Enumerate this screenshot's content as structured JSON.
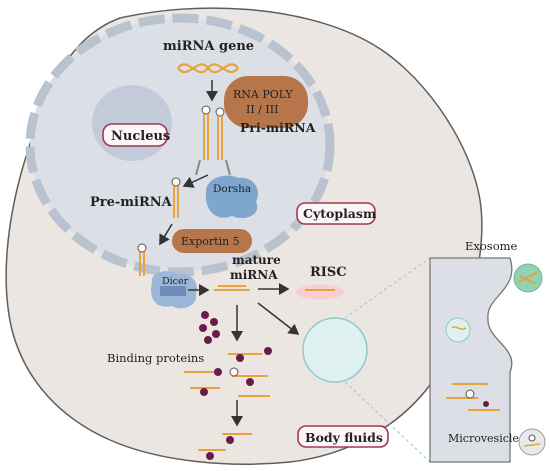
{
  "labels": {
    "mirna_gene": "miRNA gene",
    "rna_poly_line1": "RNA POLY",
    "rna_poly_line2": "II / III",
    "nucleus": "Nucleus",
    "pri_mirna": "Pri-miRNA",
    "dorsha": "Dorsha",
    "pre_mirna": "Pre-miRNA",
    "cytoplasm": "Cytoplasm",
    "exportin": "Exportin 5",
    "mature_line1": "mature",
    "mature_line2": "miRNA",
    "risc": "RISC",
    "dicer": "Dicer",
    "binding_proteins": "Binding proteins",
    "body_fluids": "Body fluids",
    "exosome": "Exosome",
    "microvesicle": "Microvesicle"
  },
  "colors": {
    "cell_fill": "#ece6e3",
    "cell_stroke": "#5e5e5e",
    "nucleus_fill": "#dcdfe6",
    "nuclear_envelope": "#b9c2cf",
    "nucleolus": "#c3cad9",
    "label_box_stroke": "#9e3a55",
    "label_box_fill": "#fdf6f7",
    "enzyme_brown": "#b7764a",
    "dorsha_blue": "#7ea6cf",
    "dicer_blue": "#9bb6d8",
    "rna_orange": "#e8a33a",
    "risc_pink": "#f6cfd3",
    "binding_protein": "#6b1d4a",
    "vesicle_fill": "#dff0f0",
    "vesicle_stroke": "#8fc9c9",
    "exosome_green": "#8fd3b2"
  }
}
